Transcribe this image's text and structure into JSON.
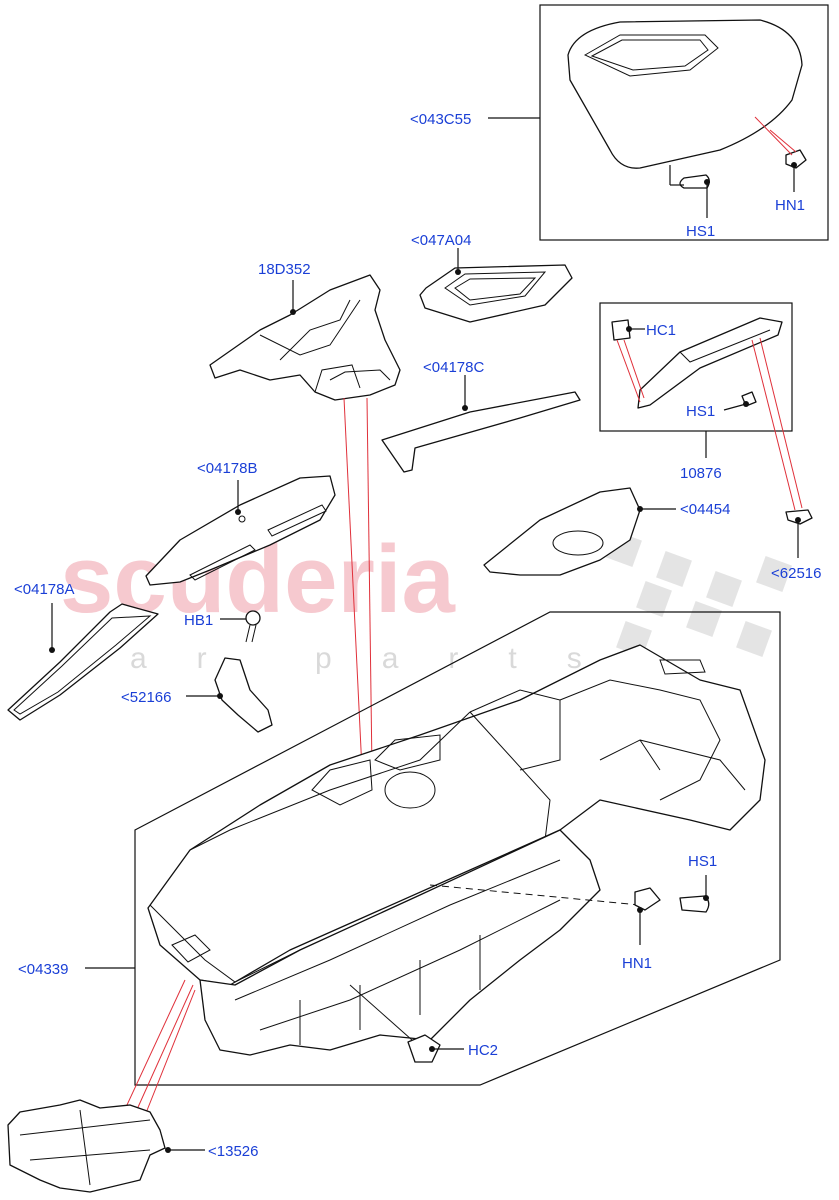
{
  "watermark": {
    "brand": "scuderia",
    "sub": "car parts"
  },
  "labels": {
    "p043C55": "<043C55",
    "hn1_top": "HN1",
    "hs1_top": "HS1",
    "p047A04": "<047A04",
    "p18D352": "18D352",
    "hc1": "HC1",
    "hs1_mid": "HS1",
    "p10876": "10876",
    "p04178C": "<04178C",
    "p04178B": "<04178B",
    "p04454": "<04454",
    "p62516": "<62516",
    "p04178A": "<04178A",
    "hb1": "HB1",
    "p52166": "<52166",
    "hs1_low": "HS1",
    "hn1_low": "HN1",
    "p04339": "<04339",
    "hc2": "HC2",
    "p13526": "<13526"
  },
  "colors": {
    "label": "#1a3fd6",
    "leader_red": "#e0303a",
    "line": "#111111"
  }
}
